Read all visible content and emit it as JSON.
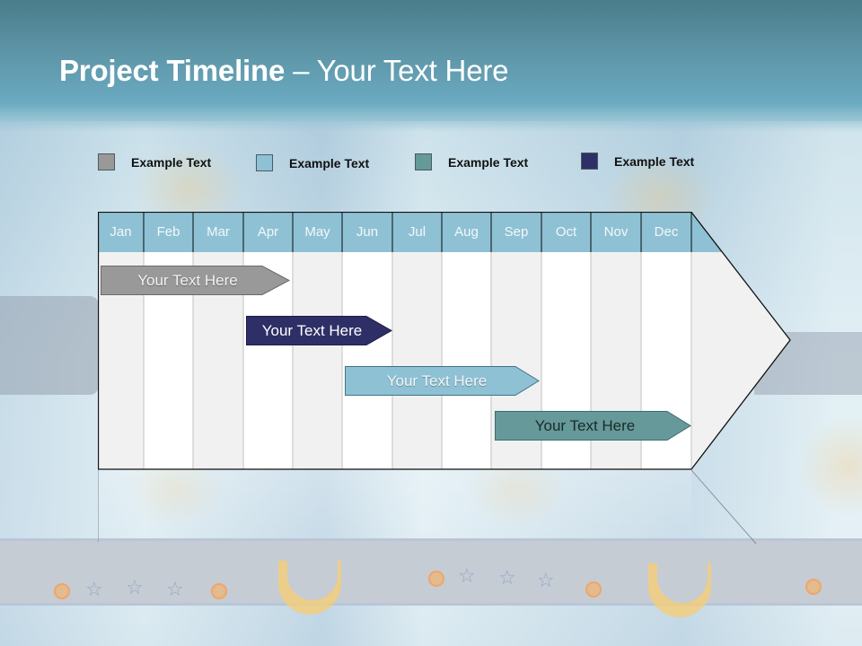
{
  "slide": {
    "title_bold": "Project Timeline",
    "title_rest": " – Your Text Here"
  },
  "legend": [
    {
      "label": "Example Text",
      "color": "#999999"
    },
    {
      "label": "Example Text",
      "color": "#8fc1d4"
    },
    {
      "label": "Example Text",
      "color": "#669999"
    },
    {
      "label": "Example Text",
      "color": "#2e2f66"
    }
  ],
  "timeline": {
    "months": [
      "Jan",
      "Feb",
      "Mar",
      "Apr",
      "May",
      "Jun",
      "Jul",
      "Aug",
      "Sep",
      "Oct",
      "Nov",
      "Dec"
    ],
    "header_color": "#8fc1d4",
    "bars": [
      {
        "label": "Your  Text Here",
        "start_month": "Jan",
        "end_month": "Apr",
        "color": "#999999",
        "text_color": "#f2f2f2"
      },
      {
        "label": "Your  Text Here",
        "start_month": "Apr",
        "end_month": "Jun",
        "color": "#2e2f66",
        "text_color": "#ffffff"
      },
      {
        "label": "Your  Text Here",
        "start_month": "Jun",
        "end_month": "Sep",
        "color": "#8fc1d4",
        "text_color": "#f2f7f9"
      },
      {
        "label": "Your  Text Here",
        "start_month": "Sep",
        "end_month": "Dec",
        "color": "#669999",
        "text_color": "#1a2a2a"
      }
    ]
  }
}
